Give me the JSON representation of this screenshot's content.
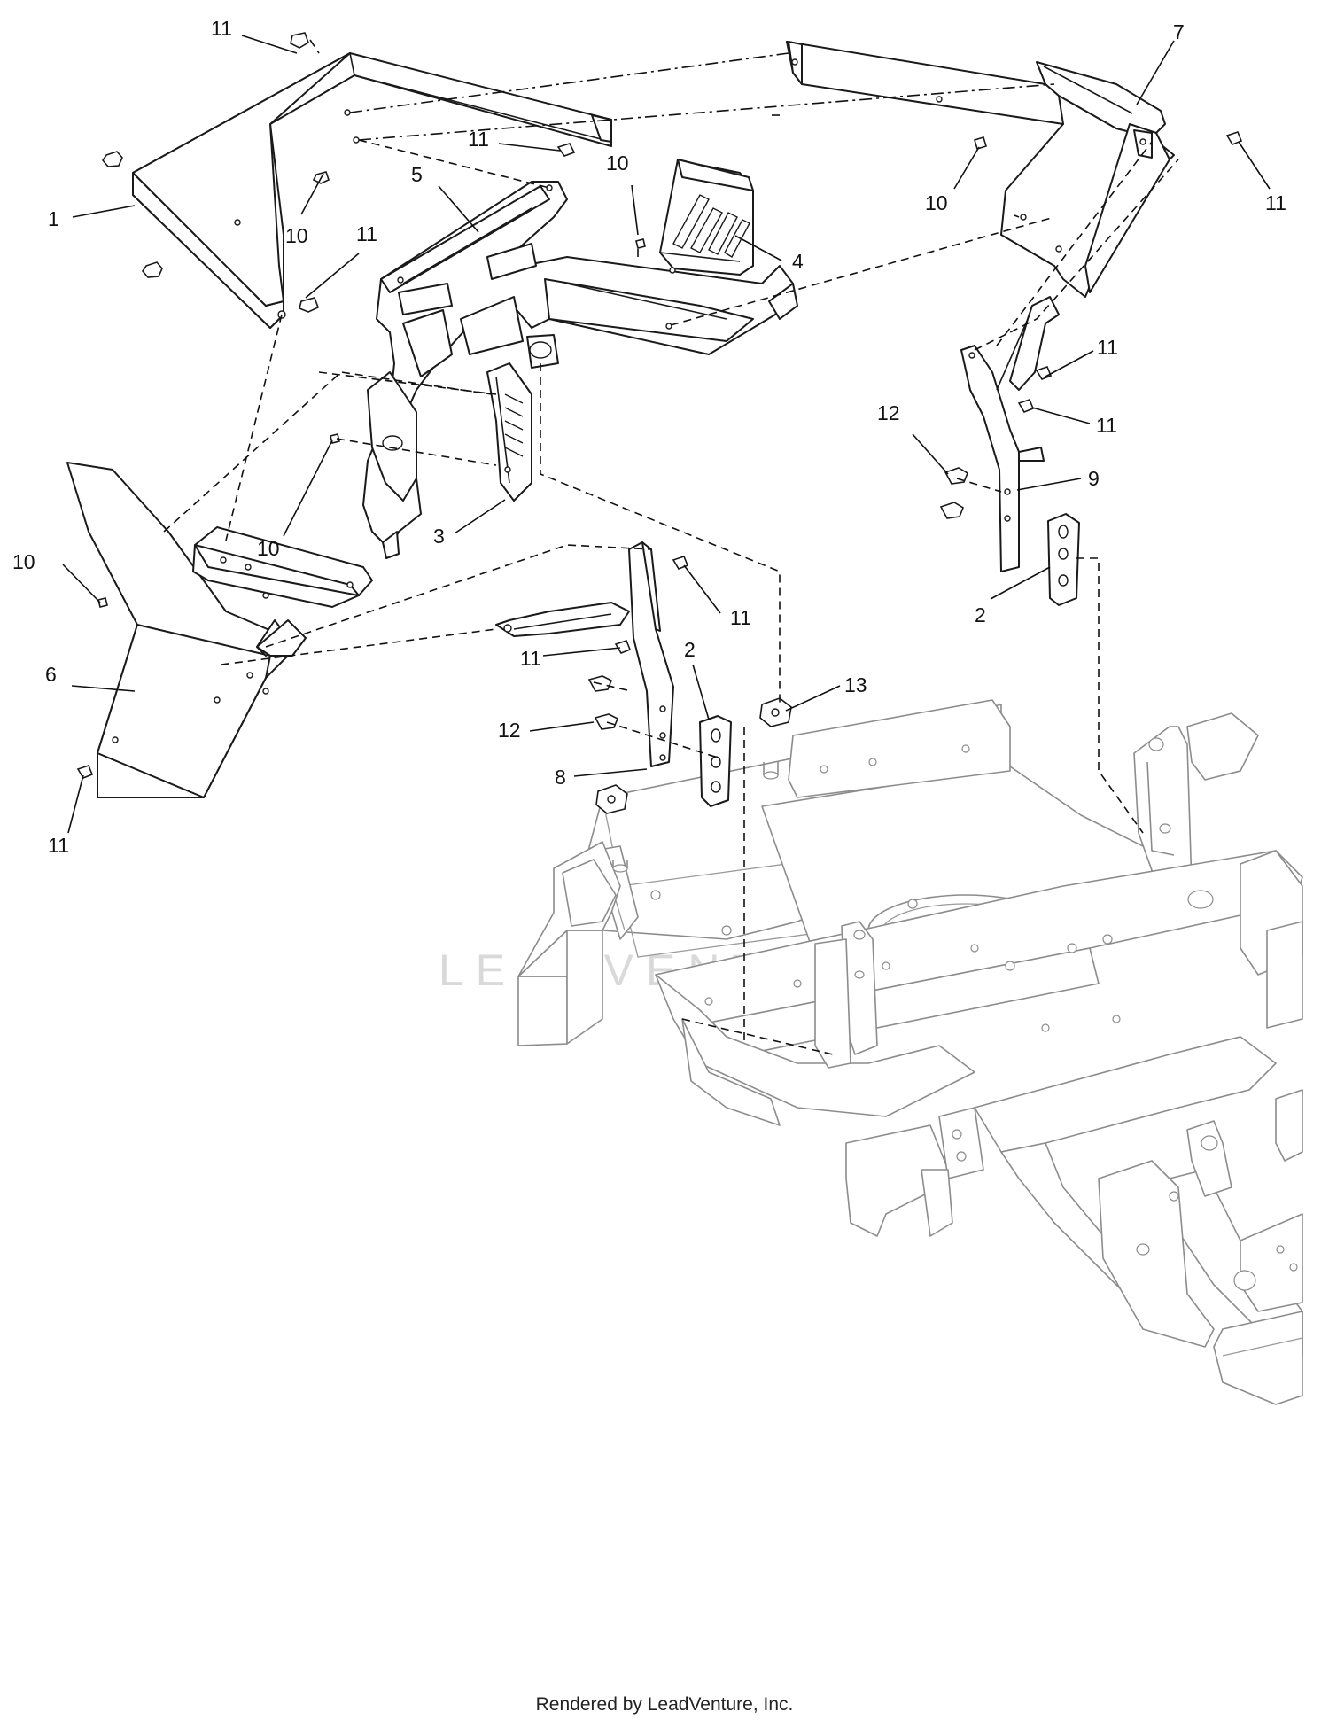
{
  "callouts": [
    {
      "id": "c11a",
      "label": "11"
    },
    {
      "id": "c1",
      "label": "1"
    },
    {
      "id": "c11b",
      "label": "11"
    },
    {
      "id": "c10a",
      "label": "10"
    },
    {
      "id": "c5",
      "label": "5"
    },
    {
      "id": "c10b",
      "label": "10"
    },
    {
      "id": "c11c",
      "label": "11"
    },
    {
      "id": "c4",
      "label": "4"
    },
    {
      "id": "c7",
      "label": "7"
    },
    {
      "id": "c10c",
      "label": "10"
    },
    {
      "id": "c11d",
      "label": "11"
    },
    {
      "id": "c11e",
      "label": "11"
    },
    {
      "id": "c11f",
      "label": "11"
    },
    {
      "id": "c12a",
      "label": "12"
    },
    {
      "id": "c9",
      "label": "9"
    },
    {
      "id": "c2a",
      "label": "2"
    },
    {
      "id": "c10d",
      "label": "10"
    },
    {
      "id": "c3",
      "label": "3"
    },
    {
      "id": "c10e",
      "label": "10"
    },
    {
      "id": "c11g",
      "label": "11"
    },
    {
      "id": "c11h",
      "label": "11"
    },
    {
      "id": "c6",
      "label": "6"
    },
    {
      "id": "c2b",
      "label": "2"
    },
    {
      "id": "c13",
      "label": "13"
    },
    {
      "id": "c12b",
      "label": "12"
    },
    {
      "id": "c8",
      "label": "8"
    },
    {
      "id": "c11i",
      "label": "11"
    }
  ],
  "watermark": {
    "text": "LEADVENTURE"
  },
  "footer": {
    "text": "Rendered by LeadVenture, Inc."
  }
}
